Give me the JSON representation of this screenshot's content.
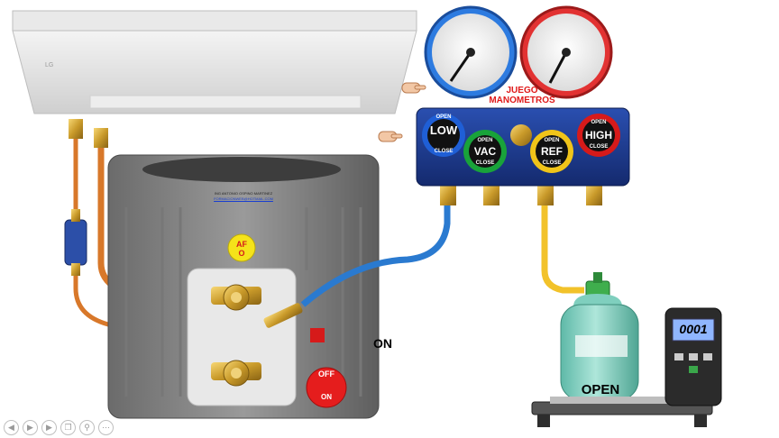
{
  "gauges": {
    "set_label_line1": "JUEGO",
    "set_label_line2": "MANOMETROS",
    "low": {
      "label": "LOW",
      "open": "OPEN",
      "close": "CLOSE",
      "color": "#1f5fd6"
    },
    "vac": {
      "label": "VAC",
      "open": "OPEN",
      "close": "CLOSE",
      "color": "#19a33a"
    },
    "ref": {
      "label": "REF",
      "open": "OPEN",
      "close": "CLOSE",
      "color": "#f0c419"
    },
    "high": {
      "label": "HIGH",
      "open": "OPEN",
      "close": "CLOSE",
      "color": "#d61a1a"
    }
  },
  "condenser": {
    "badge_line1": "AF",
    "badge_line2": "O",
    "plate_line1": "ING ANTONIO OSPINO MARTINEZ",
    "plate_line2": "FORMACIONWEB@HOTMAIL.COM",
    "power_off": "OFF",
    "power_on": "ON"
  },
  "status": {
    "on": "ON",
    "open": "OPEN"
  },
  "scale": {
    "display": "0001"
  },
  "indoor_unit": {
    "brand": "LG"
  },
  "colors": {
    "low_hose": "#2a7ad0",
    "ref_hose": "#f2c22a",
    "copper": "#d8782a",
    "manifold": "#1b3a8f",
    "cylinder": "#86d3c4"
  },
  "toolbar": [
    "previous-icon",
    "play-icon",
    "next-icon",
    "copy-icon",
    "zoom-icon",
    "more-icon"
  ]
}
